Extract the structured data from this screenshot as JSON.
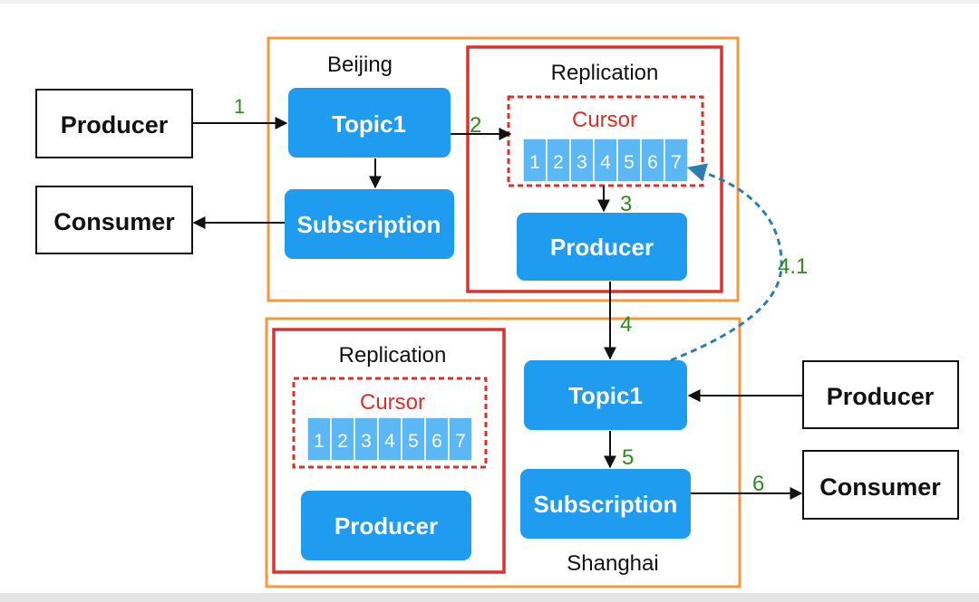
{
  "regions": {
    "beijing": "Beijing",
    "shanghai": "Shanghai"
  },
  "replication_label": "Replication",
  "cursor_label": "Cursor",
  "cursor_cells": [
    "1",
    "2",
    "3",
    "4",
    "5",
    "6",
    "7"
  ],
  "nodes": {
    "producer": "Producer",
    "consumer": "Consumer",
    "topic": "Topic1",
    "subscription": "Subscription"
  },
  "steps": [
    "1",
    "2",
    "3",
    "4",
    "4.1",
    "5",
    "6"
  ],
  "colors": {
    "region_border": "#f39a3e",
    "replication_border": "#e0302b",
    "cursor_dash": "#d8302b",
    "cursor_text": "#d8302b",
    "node_fill": "#1f9bf0",
    "cell_fill": "#5bb8f4",
    "step_text": "#2e8b1e",
    "loop_arrow": "#2a7fb0"
  }
}
